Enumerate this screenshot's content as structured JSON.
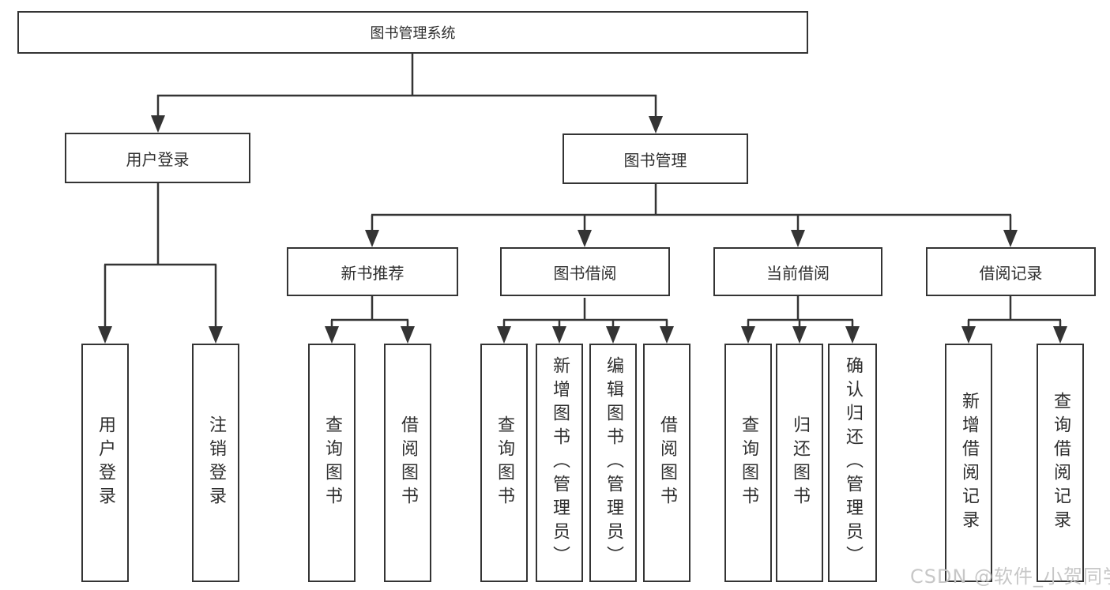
{
  "diagram": {
    "root": "图书管理系统",
    "level2": {
      "user_login": "用户登录",
      "book_management": "图书管理"
    },
    "level3": {
      "new_book_recommend": "新书推荐",
      "book_borrowing": "图书借阅",
      "current_borrowing": "当前借阅",
      "borrowing_records": "借阅记录"
    },
    "leaves": {
      "user_login": [
        "用户登录",
        "注销登录"
      ],
      "new_book_recommend": [
        "查询图书",
        "借阅图书"
      ],
      "book_borrowing": [
        "查询图书",
        "新增图书（管理员）",
        "编辑图书（管理员）",
        "借阅图书"
      ],
      "current_borrowing": [
        "查询图书",
        "归还图书",
        "确认归还（管理员）"
      ],
      "borrowing_records": [
        "新增借阅记录",
        "查询借阅记录"
      ]
    }
  },
  "watermark": "CSDN @软件_小贺同学",
  "colors": {
    "line": "#343434",
    "text": "#2f2f2f",
    "watermark": "#c4c4c4"
  }
}
